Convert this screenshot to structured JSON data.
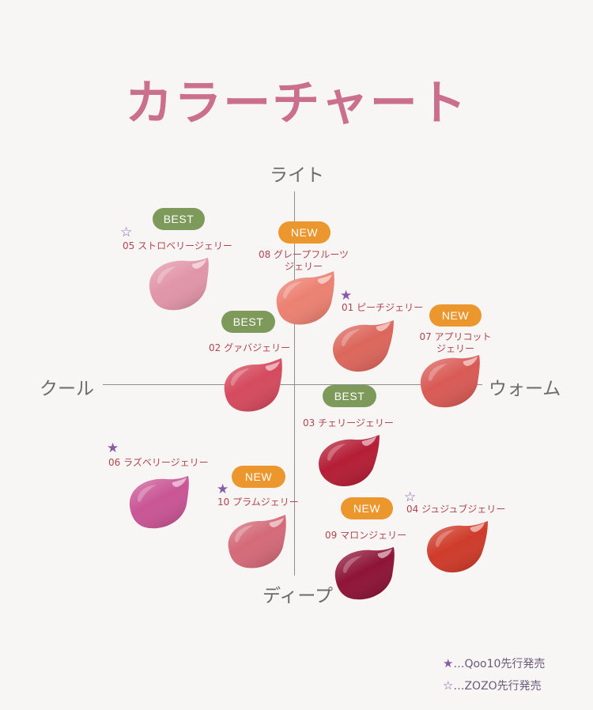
{
  "title": "カラーチャート",
  "colors": {
    "title": "#cb6f8e",
    "best": "#7e9a5a",
    "new": "#ec962e",
    "name_text": "#b0454f",
    "star": "#8a5aa8"
  },
  "axes": {
    "top": "ライト",
    "bottom": "ディープ",
    "left": "クール",
    "right": "ウォーム"
  },
  "items": [
    {
      "name": "05 ストロベリージェリー",
      "badge": "BEST",
      "star": "☆",
      "swatch": "#e195a8"
    },
    {
      "name": "08 グレープフルーツ\nジェリー",
      "badge": "NEW",
      "star": "",
      "swatch": "#ec8172"
    },
    {
      "name": "01 ピーチジェリー",
      "badge": "",
      "star": "★",
      "swatch": "#dc665c"
    },
    {
      "name": "07 アプリコット\nジェリー",
      "badge": "NEW",
      "star": "",
      "swatch": "#d95a55"
    },
    {
      "name": "02 グァバジェリー",
      "badge": "BEST",
      "star": "",
      "swatch": "#d54a5e"
    },
    {
      "name": "03 チェリージェリー",
      "badge": "BEST",
      "star": "",
      "swatch": "#b41e36"
    },
    {
      "name": "06 ラズベリージェリー",
      "badge": "",
      "star": "★",
      "swatch": "#c95595"
    },
    {
      "name": "10 プラムジェリー",
      "badge": "NEW",
      "star": "★",
      "swatch": "#d46a78"
    },
    {
      "name": "04 ジュジュブジェリー",
      "badge": "NEW",
      "star": "☆",
      "swatch": "#cf3b2a"
    },
    {
      "name": "09 マロンジェリー",
      "badge": "",
      "star": "",
      "swatch": "#8e1437"
    }
  ],
  "legend": [
    {
      "symbol": "★",
      "text": "…Qoo10先行発売"
    },
    {
      "symbol": "☆",
      "text": "…ZOZO先行発売"
    }
  ]
}
